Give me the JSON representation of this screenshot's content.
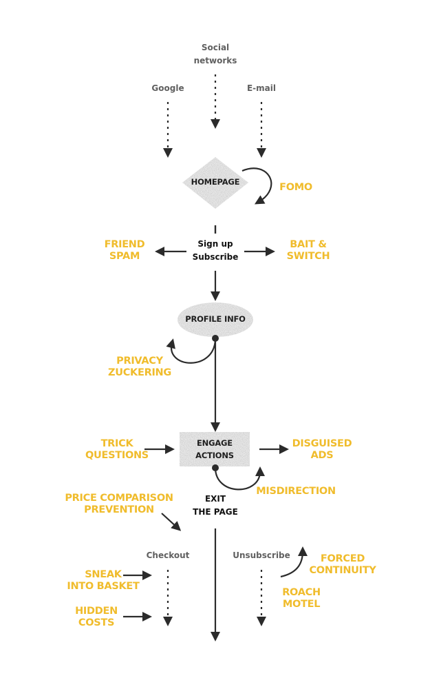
{
  "sources": {
    "social": [
      "Social",
      "networks"
    ],
    "google": "Google",
    "email": "E-mail"
  },
  "nodes": {
    "homepage": "HOMEPAGE",
    "signup": [
      "Sign up",
      "Subscribe"
    ],
    "profile": "PROFILE INFO",
    "engage": [
      "ENGAGE",
      "ACTIONS"
    ],
    "exit": [
      "EXIT",
      "THE PAGE"
    ],
    "checkout": "Checkout",
    "unsubscribe": "Unsubscribe"
  },
  "patterns": {
    "fomo": "FOMO",
    "friend_spam": [
      "FRIEND",
      "SPAM"
    ],
    "bait_switch": [
      "BAIT &",
      "SWITCH"
    ],
    "privacy_zuckering": [
      "PRIVACY",
      "ZUCKERING"
    ],
    "trick_questions": [
      "TRICK",
      "QUESTIONS"
    ],
    "disguised_ads": [
      "DISGUISED",
      "ADS"
    ],
    "misdirection": "MISDIRECTION",
    "price_comparison": [
      "PRICE COMPARISON",
      "PREVENTION"
    ],
    "sneak_into_basket": [
      "SNEAK",
      "INTO BASKET"
    ],
    "hidden_costs": [
      "HIDDEN",
      "COSTS"
    ],
    "forced_continuity": [
      "FORCED",
      "CONTINUITY"
    ],
    "roach_motel": [
      "ROACH",
      "MOTEL"
    ]
  },
  "colors": {
    "pattern": "#f0bc2c",
    "arrow": "#2b2b2b",
    "source_text": "#606060",
    "node_fill": "#d6d6d6"
  }
}
